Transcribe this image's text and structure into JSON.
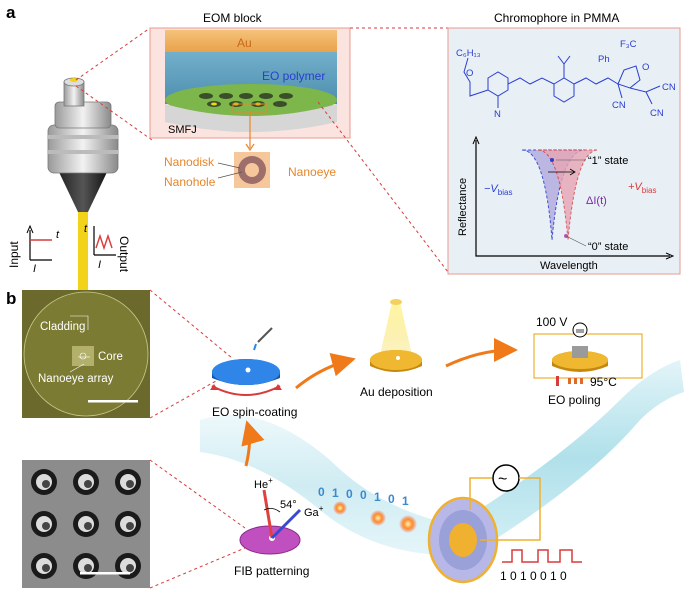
{
  "panel_a": {
    "label": "a",
    "eom_block": {
      "title": "EOM block",
      "au": "Au",
      "eo_polymer": "EO polymer",
      "smfj": "SMFJ"
    },
    "nano": {
      "nanodisk": "Nanodisk",
      "nanohole": "Nanohole",
      "nanoeye": "Nanoeye"
    },
    "io": {
      "input": "Input",
      "output": "Output",
      "i": "I",
      "t": "t"
    },
    "chromophore": {
      "title": "Chromophore in PMMA",
      "f3c": "F₃C",
      "ph": "Ph",
      "o_ring": "O",
      "o_chain": "O",
      "c6h13": "C₆H₁₃",
      "n": "N",
      "cn": [
        "CN",
        "CN",
        "CN"
      ]
    },
    "spectrum": {
      "ylabel": "Reflectance",
      "xlabel": "Wavelength",
      "state1": "“1” state",
      "state0": "“0” state",
      "neg_v": "−V",
      "pos_v": "+V",
      "bias": "bias",
      "delta": "ΔI(t)"
    }
  },
  "panel_b": {
    "label": "b",
    "micrograph": {
      "cladding": "Cladding",
      "core": "Core",
      "nanoeye_array": "Nanoeye array"
    },
    "steps": {
      "spin": "EO spin-coating",
      "au_dep": "Au deposition",
      "poling": "EO poling",
      "fib": "FIB patterning"
    },
    "poling": {
      "voltage": "100 V",
      "temperature": "95°C"
    },
    "ions": {
      "he": "He",
      "ga": "Ga",
      "plus": "+",
      "angle": "54°"
    },
    "bits_fiber": [
      "0",
      "1",
      "0",
      "0",
      "1",
      "0",
      "1"
    ],
    "bits_signal": "1 0 1 0 0 1 0",
    "ac_symbol": "~"
  },
  "colors": {
    "red_dash": "#d93a3a",
    "au_orange": "#f0a030",
    "polymer_blue": "#2a3fd0",
    "nanodisk_orange": "#e6862a",
    "fiber_yellow": "#f3d21a",
    "pink_purple": "#c050c0",
    "panel_bg": "#e8eff5"
  }
}
